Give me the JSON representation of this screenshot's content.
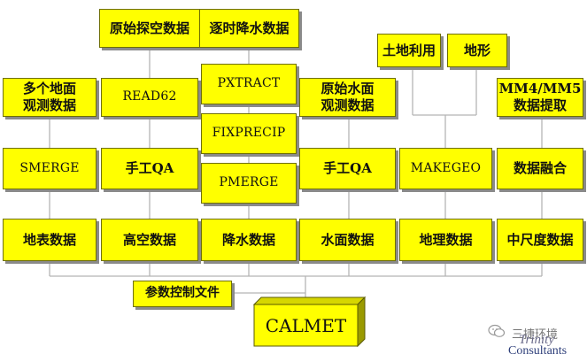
{
  "diagram": {
    "colors": {
      "box_fill": "#ffff00",
      "box_border": "#6f6f00",
      "line": "#b5b5b5",
      "shadow": "#8a8a8a"
    },
    "nodes": {
      "raw_upper_air": "原始探空数据",
      "hourly_precip": "逐时降水数据",
      "land_use": "土地利用",
      "terrain": "地形",
      "surface_obs": "多个地面\n观测数据",
      "read62": "READ62",
      "pxtract": "PXTRACT",
      "raw_water_obs": "原始水面\n观测数据",
      "mm_extract": "MM4/MM5\n数据提取",
      "fixprecip": "FIXPRECIP",
      "smerge": "SMERGE",
      "qa_upper": "手工QA",
      "pmerge": "PMERGE",
      "qa_water": "手工QA",
      "makegeo": "MAKEGEO",
      "data_fusion": "数据融合",
      "surface_data": "地表数据",
      "upper_air_data": "高空数据",
      "precip_data": "降水数据",
      "water_data": "水面数据",
      "geo_data": "地理数据",
      "mesoscale_data": "中尺度数据",
      "control_file": "参数控制文件",
      "calmet": "CALMET"
    }
  },
  "watermark": {
    "brand": "三捷环境",
    "company_line1": "Trinity",
    "company_line2": "Consultants",
    "logo_icon": "wechat-logo-icon"
  }
}
